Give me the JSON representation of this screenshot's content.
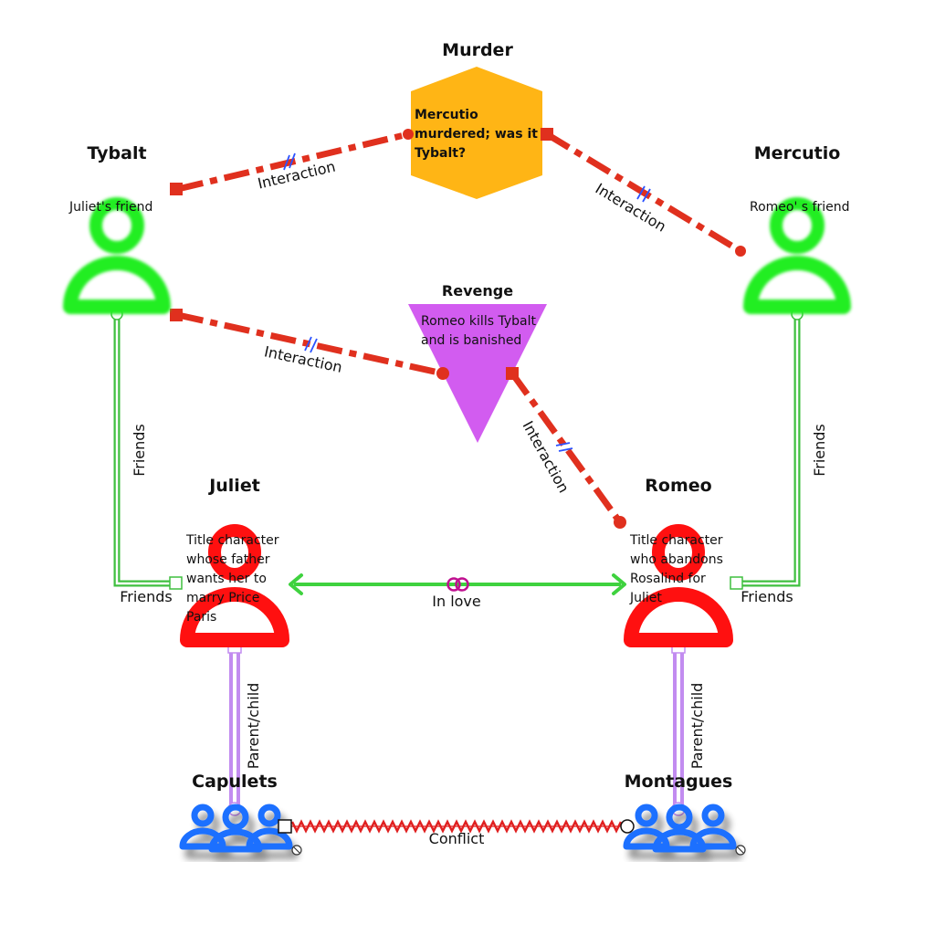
{
  "nodes": {
    "murder": {
      "title": "Murder",
      "desc": [
        "Mercutio",
        "murdered; was it",
        "Tybalt?"
      ]
    },
    "revenge": {
      "title": "Revenge",
      "desc": [
        "Romeo kills Tybalt",
        "and is banished"
      ]
    },
    "tybalt": {
      "title": "Tybalt",
      "desc": [
        "Juliet's friend"
      ]
    },
    "mercutio": {
      "title": "Mercutio",
      "desc": [
        "Romeo' s friend"
      ]
    },
    "juliet": {
      "title": "Juliet",
      "desc": [
        "Title character",
        "whose father",
        "wants her to",
        "marry Price",
        "Paris"
      ]
    },
    "romeo": {
      "title": "Romeo",
      "desc": [
        "Title character",
        "who abandons",
        "Rosalind for",
        "Juliet"
      ]
    },
    "capulets": {
      "title": "Capulets"
    },
    "montagues": {
      "title": "Montagues"
    }
  },
  "edges": {
    "interaction_label": "Interaction",
    "friends_label": "Friends",
    "love_label": "In love",
    "parent_child_label": "Parent/child",
    "conflict_label": "Conflict"
  },
  "colors": {
    "interaction": "#e0301e",
    "friends": "#3fbf3f",
    "love": "#3fd23f",
    "parent_child": "#c28cf0",
    "conflict": "#e02020",
    "murder_fill": "#ffb515",
    "revenge_fill": "#d25cf0",
    "friend_person": "#22ee22",
    "lead_person": "#ff1010",
    "family": "#1f6fff"
  }
}
